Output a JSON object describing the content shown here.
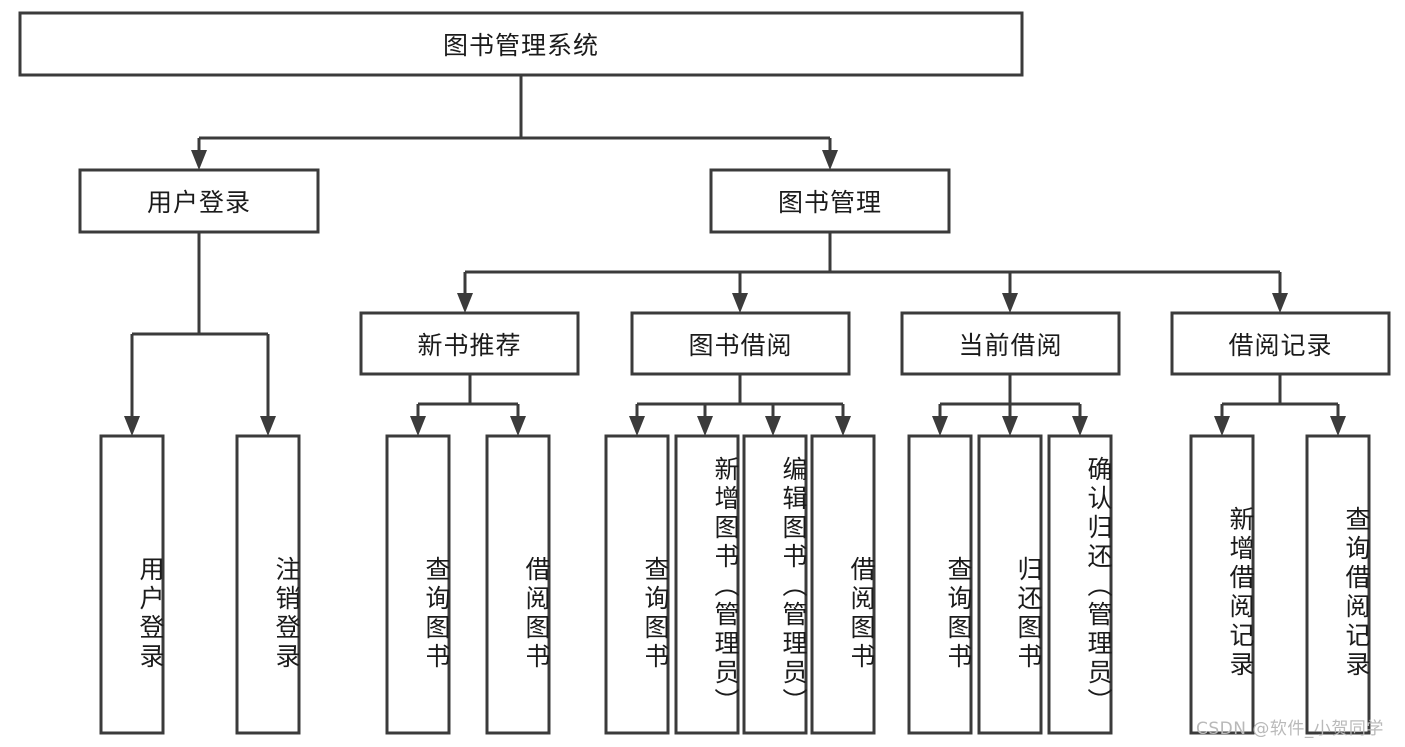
{
  "diagram": {
    "type": "tree",
    "title": "图书管理系统",
    "orientation": "top-down",
    "colors": {
      "stroke": "#3b3b3b",
      "fill": "#ffffff",
      "text": "#1b1b1b",
      "watermark": "#b9b9b9"
    },
    "levels": {
      "root": {
        "label": "图书管理系统"
      },
      "level2": [
        {
          "id": "user-login",
          "label": "用户登录"
        },
        {
          "id": "book-management",
          "label": "图书管理"
        }
      ],
      "level3": [
        {
          "id": "new-book-recommend",
          "label": "新书推荐",
          "parent": "book-management"
        },
        {
          "id": "book-borrow",
          "label": "图书借阅",
          "parent": "book-management"
        },
        {
          "id": "current-borrow",
          "label": "当前借阅",
          "parent": "book-management"
        },
        {
          "id": "borrow-record",
          "label": "借阅记录",
          "parent": "book-management"
        }
      ],
      "leaves": [
        {
          "id": "leaf-user-login",
          "label": "用户登录",
          "parent": "user-login"
        },
        {
          "id": "leaf-logout",
          "label": "注销登录",
          "parent": "user-login"
        },
        {
          "id": "leaf-query-book-1",
          "label": "查询图书",
          "parent": "new-book-recommend"
        },
        {
          "id": "leaf-borrow-book-1",
          "label": "借阅图书",
          "parent": "new-book-recommend"
        },
        {
          "id": "leaf-query-book-2",
          "label": "查询图书",
          "parent": "book-borrow"
        },
        {
          "id": "leaf-add-book",
          "label": "新增图书（管理员）",
          "parent": "book-borrow"
        },
        {
          "id": "leaf-edit-book",
          "label": "编辑图书（管理员）",
          "parent": "book-borrow"
        },
        {
          "id": "leaf-borrow-book-2",
          "label": "借阅图书",
          "parent": "book-borrow"
        },
        {
          "id": "leaf-query-book-3",
          "label": "查询图书",
          "parent": "current-borrow"
        },
        {
          "id": "leaf-return-book",
          "label": "归还图书",
          "parent": "current-borrow"
        },
        {
          "id": "leaf-confirm-return",
          "label": "确认归还（管理员）",
          "parent": "current-borrow"
        },
        {
          "id": "leaf-add-record",
          "label": "新增借阅记录",
          "parent": "borrow-record"
        },
        {
          "id": "leaf-query-record",
          "label": "查询借阅记录",
          "parent": "borrow-record"
        }
      ]
    }
  },
  "watermark": {
    "text": "CSDN @软件_小贺同学"
  }
}
